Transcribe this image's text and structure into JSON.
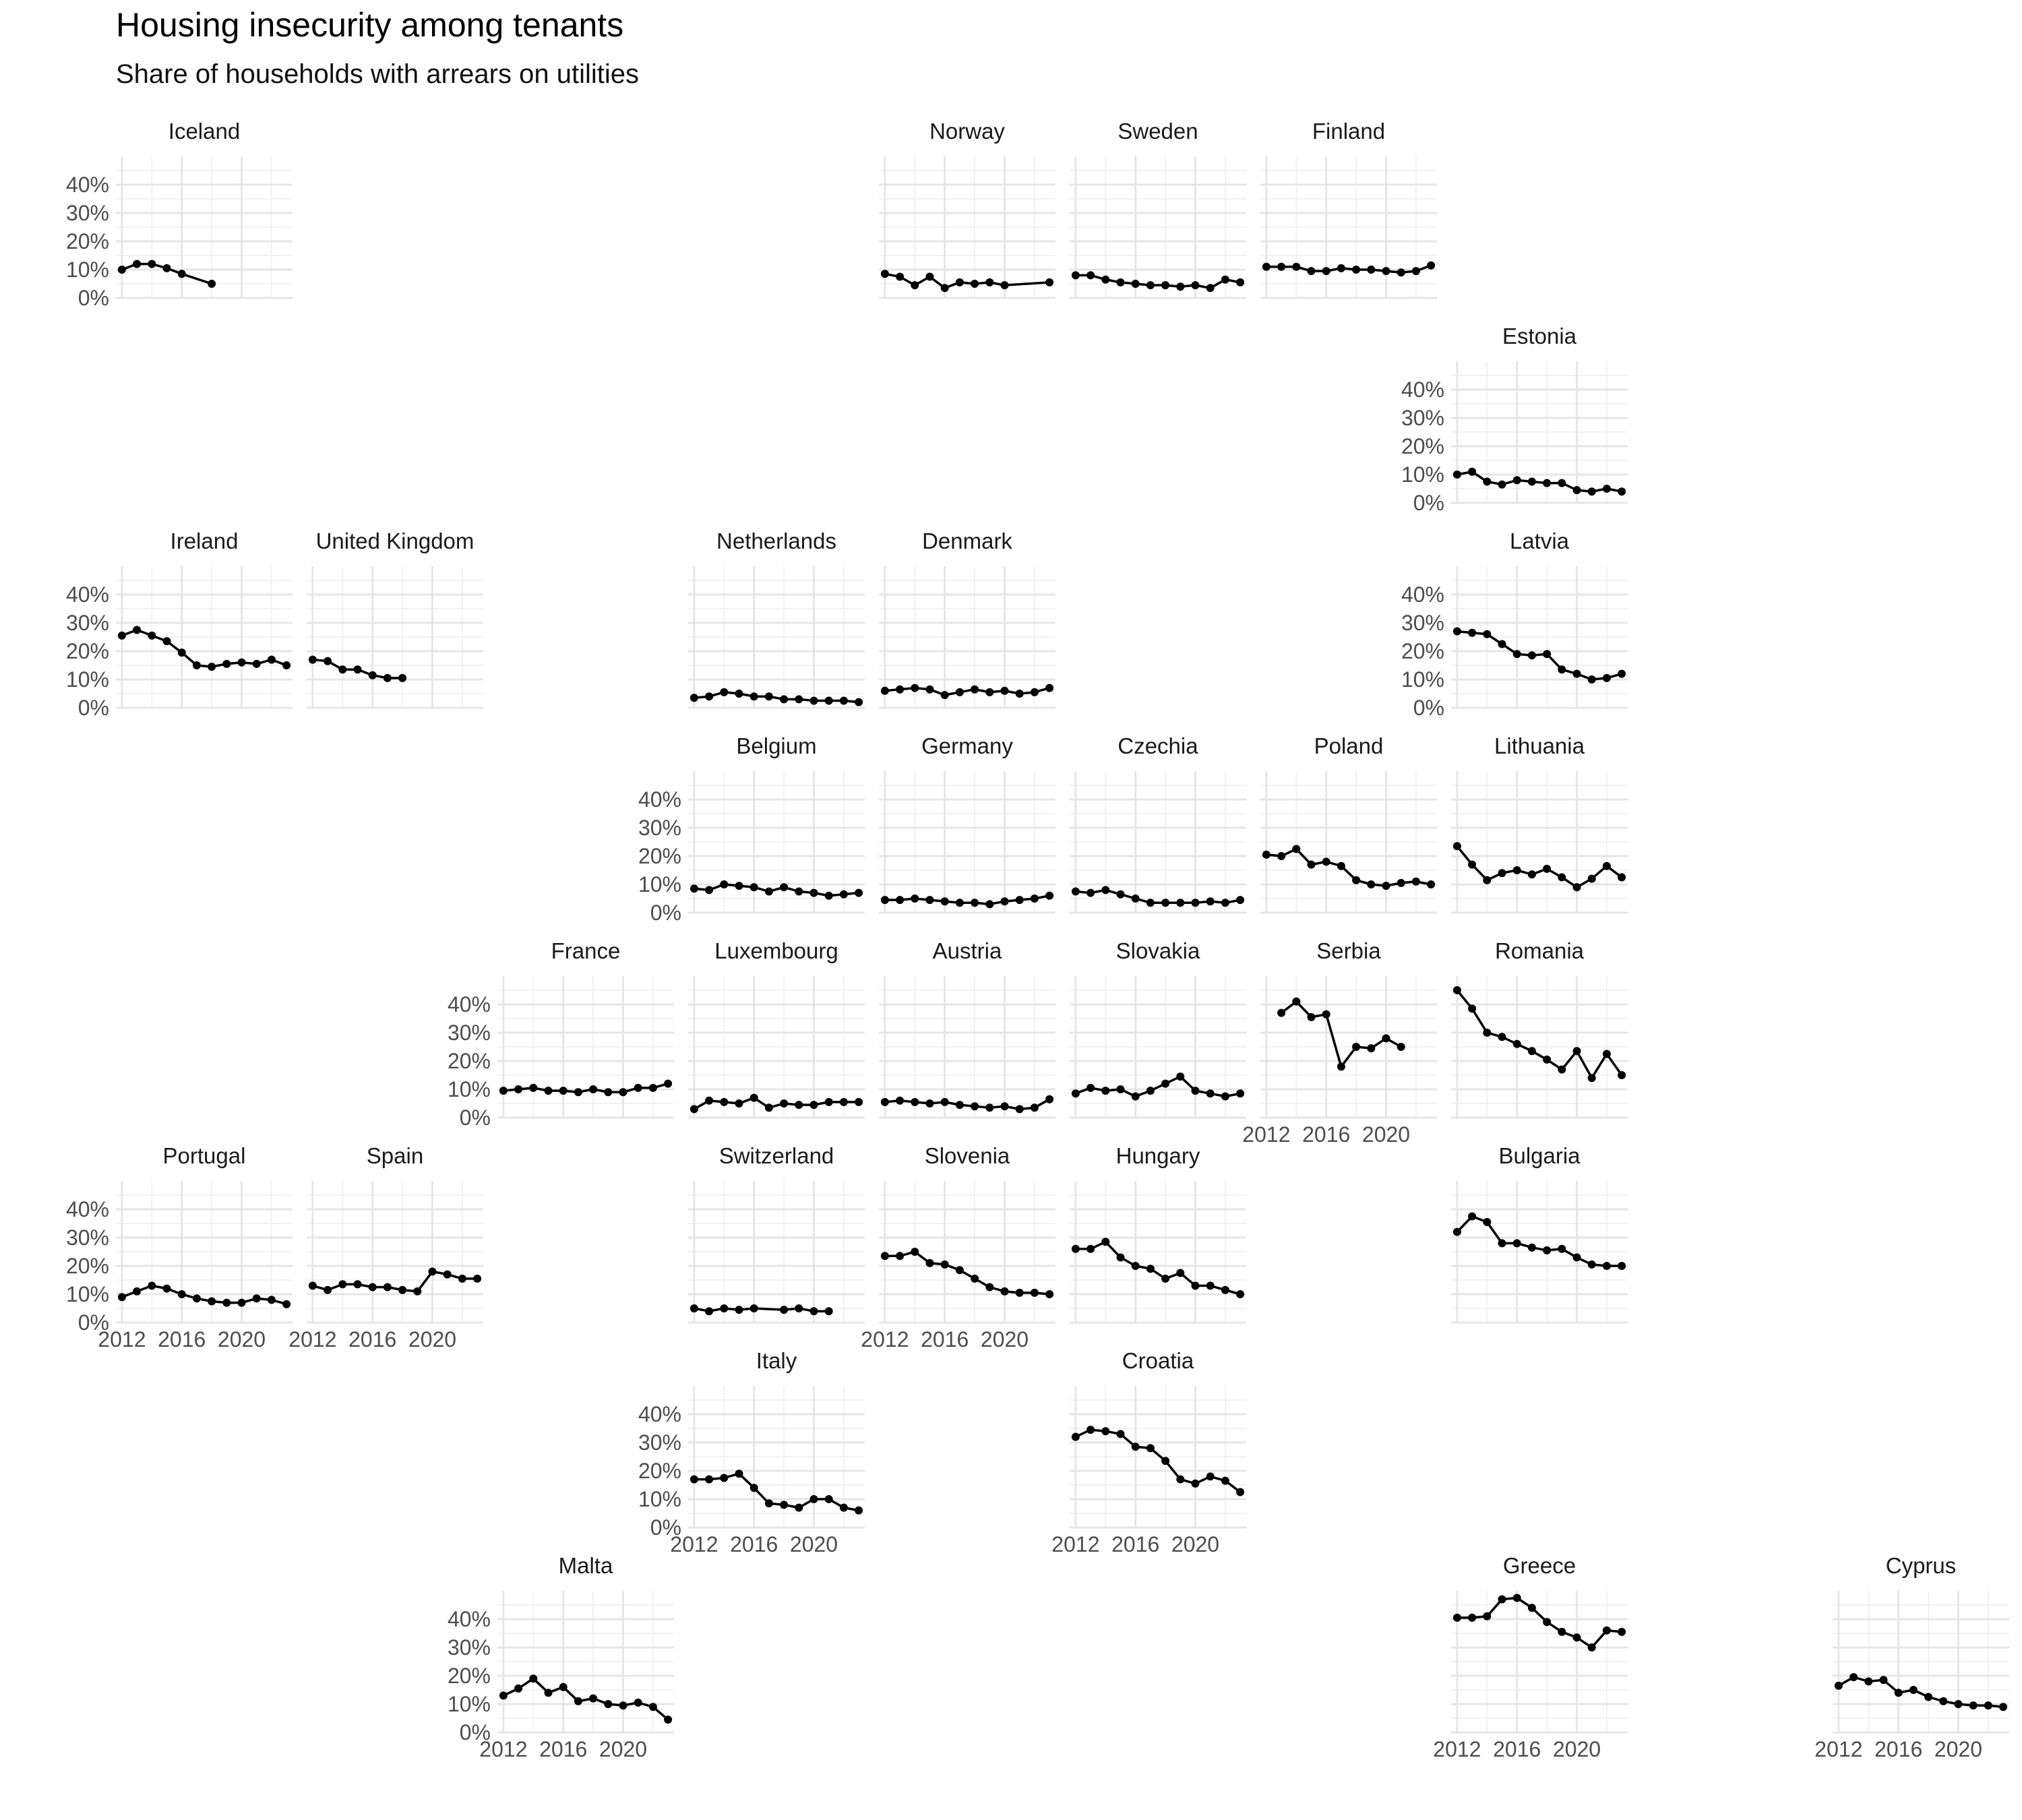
{
  "chart_data": {
    "type": "line",
    "title": "Housing insecurity among tenants",
    "subtitle": "Share of households with arrears on utilities",
    "xlabel": "",
    "ylabel": "",
    "ylim": [
      0,
      50
    ],
    "xlim": [
      2011.6,
      2023.4
    ],
    "y_ticks": [
      0,
      10,
      20,
      30,
      40
    ],
    "y_tick_labels": [
      "0%",
      "10%",
      "20%",
      "30%",
      "40%"
    ],
    "x_ticks": [
      2012,
      2016,
      2020
    ],
    "x_tick_labels": [
      "2012",
      "2016",
      "2020"
    ],
    "grid": true,
    "layout": "geofacet grid map of Europe",
    "series_color": "#000000",
    "panels": [
      {
        "name": "Iceland",
        "col": 0,
        "row": 0,
        "y_axis": true,
        "x_axis": false,
        "x": [
          2012,
          2013,
          2014,
          2015,
          2016,
          2018
        ],
        "y": [
          10,
          12,
          12,
          10.5,
          8.5,
          5
        ]
      },
      {
        "name": "Norway",
        "col": 4,
        "row": 0,
        "y_axis": false,
        "x_axis": false,
        "x": [
          2012,
          2013,
          2014,
          2015,
          2016,
          2017,
          2018,
          2019,
          2020,
          2023
        ],
        "y": [
          8.5,
          7.5,
          4.5,
          7.5,
          3.5,
          5.5,
          5,
          5.5,
          4.5,
          5.5
        ]
      },
      {
        "name": "Sweden",
        "col": 5,
        "row": 0,
        "y_axis": false,
        "x_axis": false,
        "x": [
          2012,
          2013,
          2014,
          2015,
          2016,
          2017,
          2018,
          2019,
          2020,
          2021,
          2022,
          2023
        ],
        "y": [
          8,
          8,
          6.5,
          5.5,
          5,
          4.5,
          4.5,
          4,
          4.5,
          3.5,
          6.5,
          5.5
        ]
      },
      {
        "name": "Finland",
        "col": 6,
        "row": 0,
        "y_axis": false,
        "x_axis": false,
        "x": [
          2012,
          2013,
          2014,
          2015,
          2016,
          2017,
          2018,
          2019,
          2020,
          2021,
          2022,
          2023
        ],
        "y": [
          11,
          11,
          11,
          9.5,
          9.5,
          10.5,
          10,
          10,
          9.5,
          9,
          9.5,
          11.5
        ]
      },
      {
        "name": "Estonia",
        "col": 7,
        "row": 1,
        "y_axis": true,
        "x_axis": false,
        "x": [
          2012,
          2013,
          2014,
          2015,
          2016,
          2017,
          2018,
          2019,
          2020,
          2021,
          2022,
          2023
        ],
        "y": [
          10,
          11,
          7.5,
          6.5,
          8,
          7.5,
          7,
          7,
          4.5,
          4,
          5,
          4
        ]
      },
      {
        "name": "Ireland",
        "col": 0,
        "row": 2,
        "y_axis": true,
        "x_axis": false,
        "x": [
          2012,
          2013,
          2014,
          2015,
          2016,
          2017,
          2018,
          2019,
          2020,
          2021,
          2022,
          2023
        ],
        "y": [
          25.5,
          27.5,
          25.5,
          23.5,
          19.5,
          15,
          14.5,
          15.5,
          16,
          15.5,
          17,
          15
        ]
      },
      {
        "name": "United Kingdom",
        "col": 1,
        "row": 2,
        "y_axis": false,
        "x_axis": false,
        "x": [
          2012,
          2013,
          2014,
          2015,
          2016,
          2017,
          2018
        ],
        "y": [
          17,
          16.5,
          13.5,
          13.5,
          11.5,
          10.5,
          10.5
        ]
      },
      {
        "name": "Netherlands",
        "col": 3,
        "row": 2,
        "y_axis": false,
        "x_axis": false,
        "x": [
          2012,
          2013,
          2014,
          2015,
          2016,
          2017,
          2018,
          2019,
          2020,
          2021,
          2022,
          2023
        ],
        "y": [
          3.5,
          4,
          5.5,
          5,
          4,
          4,
          3,
          3,
          2.5,
          2.5,
          2.5,
          2
        ]
      },
      {
        "name": "Denmark",
        "col": 4,
        "row": 2,
        "y_axis": false,
        "x_axis": false,
        "x": [
          2012,
          2013,
          2014,
          2015,
          2016,
          2017,
          2018,
          2019,
          2020,
          2021,
          2022,
          2023
        ],
        "y": [
          6,
          6.5,
          7,
          6.5,
          4.5,
          5.5,
          6.5,
          5.5,
          6,
          5,
          5.5,
          7
        ]
      },
      {
        "name": "Latvia",
        "col": 7,
        "row": 2,
        "y_axis": true,
        "x_axis": false,
        "x": [
          2012,
          2013,
          2014,
          2015,
          2016,
          2017,
          2018,
          2019,
          2020,
          2021,
          2022,
          2023
        ],
        "y": [
          27,
          26.5,
          26,
          22.5,
          19,
          18.5,
          19,
          13.5,
          12,
          10,
          10.5,
          12
        ]
      },
      {
        "name": "Belgium",
        "col": 3,
        "row": 3,
        "y_axis": true,
        "x_axis": false,
        "x": [
          2012,
          2013,
          2014,
          2015,
          2016,
          2017,
          2018,
          2019,
          2020,
          2021,
          2022,
          2023
        ],
        "y": [
          8.5,
          8,
          10,
          9.5,
          9,
          7.5,
          9,
          7.5,
          7,
          6,
          6.5,
          7
        ]
      },
      {
        "name": "Germany",
        "col": 4,
        "row": 3,
        "y_axis": false,
        "x_axis": false,
        "x": [
          2012,
          2013,
          2014,
          2015,
          2016,
          2017,
          2018,
          2019,
          2020,
          2021,
          2022,
          2023
        ],
        "y": [
          4.5,
          4.5,
          5,
          4.5,
          4,
          3.5,
          3.5,
          3,
          4,
          4.5,
          5,
          6
        ]
      },
      {
        "name": "Czechia",
        "col": 5,
        "row": 3,
        "y_axis": false,
        "x_axis": false,
        "x": [
          2012,
          2013,
          2014,
          2015,
          2016,
          2017,
          2018,
          2019,
          2020,
          2021,
          2022,
          2023
        ],
        "y": [
          7.5,
          7,
          8,
          6.5,
          5,
          3.5,
          3.5,
          3.5,
          3.5,
          4,
          3.5,
          4.5
        ]
      },
      {
        "name": "Poland",
        "col": 6,
        "row": 3,
        "y_axis": false,
        "x_axis": false,
        "x": [
          2012,
          2013,
          2014,
          2015,
          2016,
          2017,
          2018,
          2019,
          2020,
          2021,
          2022,
          2023
        ],
        "y": [
          20.5,
          20,
          22.5,
          17,
          18,
          16.5,
          11.5,
          10,
          9.5,
          10.5,
          11,
          10
        ]
      },
      {
        "name": "Lithuania",
        "col": 7,
        "row": 3,
        "y_axis": false,
        "x_axis": false,
        "x": [
          2012,
          2013,
          2014,
          2015,
          2016,
          2017,
          2018,
          2019,
          2020,
          2021,
          2022,
          2023
        ],
        "y": [
          23.5,
          17,
          11.5,
          14,
          15,
          13.5,
          15.5,
          12.5,
          9,
          12,
          16.5,
          12.5
        ]
      },
      {
        "name": "France",
        "col": 2,
        "row": 4,
        "y_axis": true,
        "x_axis": false,
        "x": [
          2012,
          2013,
          2014,
          2015,
          2016,
          2017,
          2018,
          2019,
          2020,
          2021,
          2022,
          2023
        ],
        "y": [
          9.5,
          10,
          10.5,
          9.5,
          9.5,
          9,
          10,
          9,
          9,
          10.5,
          10.5,
          12
        ]
      },
      {
        "name": "Luxembourg",
        "col": 3,
        "row": 4,
        "y_axis": false,
        "x_axis": false,
        "x": [
          2012,
          2013,
          2014,
          2015,
          2016,
          2017,
          2018,
          2019,
          2020,
          2021,
          2022,
          2023
        ],
        "y": [
          3,
          6,
          5.5,
          5,
          7,
          3.5,
          5,
          4.5,
          4.5,
          5.5,
          5.5,
          5.5
        ]
      },
      {
        "name": "Austria",
        "col": 4,
        "row": 4,
        "y_axis": false,
        "x_axis": false,
        "x": [
          2012,
          2013,
          2014,
          2015,
          2016,
          2017,
          2018,
          2019,
          2020,
          2021,
          2022,
          2023
        ],
        "y": [
          5.5,
          6,
          5.5,
          5,
          5.5,
          4.5,
          4,
          3.5,
          4,
          3,
          3.5,
          6.5
        ]
      },
      {
        "name": "Slovakia",
        "col": 5,
        "row": 4,
        "y_axis": false,
        "x_axis": false,
        "x": [
          2012,
          2013,
          2014,
          2015,
          2016,
          2017,
          2018,
          2019,
          2020,
          2021,
          2022,
          2023
        ],
        "y": [
          8.5,
          10.5,
          9.5,
          10,
          7.5,
          9.5,
          12,
          14.5,
          9.5,
          8.5,
          7.5,
          8.5
        ]
      },
      {
        "name": "Serbia",
        "col": 6,
        "row": 4,
        "y_axis": false,
        "x_axis": true,
        "x": [
          2013,
          2014,
          2015,
          2016,
          2017,
          2018,
          2019,
          2020,
          2021
        ],
        "y": [
          37,
          41,
          35.5,
          36.5,
          18,
          25,
          24.5,
          28,
          25
        ]
      },
      {
        "name": "Romania",
        "col": 7,
        "row": 4,
        "y_axis": false,
        "x_axis": false,
        "x": [
          2012,
          2013,
          2014,
          2015,
          2016,
          2017,
          2018,
          2019,
          2020,
          2021,
          2022,
          2023
        ],
        "y": [
          45,
          38.5,
          30,
          28.5,
          26,
          23.5,
          20.5,
          17,
          23.5,
          14,
          22.5,
          15
        ]
      },
      {
        "name": "Portugal",
        "col": 0,
        "row": 5,
        "y_axis": true,
        "x_axis": true,
        "x": [
          2012,
          2013,
          2014,
          2015,
          2016,
          2017,
          2018,
          2019,
          2020,
          2021,
          2022,
          2023
        ],
        "y": [
          9,
          11,
          13,
          12,
          10,
          8.5,
          7.5,
          7,
          7,
          8.5,
          8,
          6.5
        ]
      },
      {
        "name": "Spain",
        "col": 1,
        "row": 5,
        "y_axis": false,
        "x_axis": true,
        "x": [
          2012,
          2013,
          2014,
          2015,
          2016,
          2017,
          2018,
          2019,
          2020,
          2021,
          2022,
          2023
        ],
        "y": [
          13,
          11.5,
          13.5,
          13.5,
          12.5,
          12.5,
          11.5,
          11,
          18,
          17,
          15.5,
          15.5
        ]
      },
      {
        "name": "Switzerland",
        "col": 3,
        "row": 5,
        "y_axis": false,
        "x_axis": false,
        "x": [
          2012,
          2013,
          2014,
          2015,
          2016,
          2018,
          2019,
          2020,
          2021
        ],
        "y": [
          5,
          4,
          5,
          4.5,
          5,
          4.5,
          5,
          4,
          4
        ]
      },
      {
        "name": "Slovenia",
        "col": 4,
        "row": 5,
        "y_axis": false,
        "x_axis": true,
        "x": [
          2012,
          2013,
          2014,
          2015,
          2016,
          2017,
          2018,
          2019,
          2020,
          2021,
          2022,
          2023
        ],
        "y": [
          23.5,
          23.5,
          25,
          21,
          20.5,
          18.5,
          15.5,
          12.5,
          11,
          10.5,
          10.5,
          10
        ]
      },
      {
        "name": "Hungary",
        "col": 5,
        "row": 5,
        "y_axis": false,
        "x_axis": false,
        "x": [
          2012,
          2013,
          2014,
          2015,
          2016,
          2017,
          2018,
          2019,
          2020,
          2021,
          2022,
          2023
        ],
        "y": [
          26,
          26,
          28.5,
          23,
          20,
          19,
          15.5,
          17.5,
          13,
          13,
          11.5,
          10
        ]
      },
      {
        "name": "Bulgaria",
        "col": 7,
        "row": 5,
        "y_axis": false,
        "x_axis": false,
        "x": [
          2012,
          2013,
          2014,
          2015,
          2016,
          2017,
          2018,
          2019,
          2020,
          2021,
          2022,
          2023
        ],
        "y": [
          32,
          37.5,
          35.5,
          28,
          28,
          26.5,
          25.5,
          26,
          23,
          20.5,
          20,
          20
        ]
      },
      {
        "name": "Italy",
        "col": 3,
        "row": 6,
        "y_axis": true,
        "x_axis": true,
        "x": [
          2012,
          2013,
          2014,
          2015,
          2016,
          2017,
          2018,
          2019,
          2020,
          2021,
          2022,
          2023
        ],
        "y": [
          17,
          17,
          17.5,
          19,
          14,
          8.5,
          8,
          7,
          10,
          10,
          7,
          6
        ]
      },
      {
        "name": "Croatia",
        "col": 5,
        "row": 6,
        "y_axis": false,
        "x_axis": true,
        "x": [
          2012,
          2013,
          2014,
          2015,
          2016,
          2017,
          2018,
          2019,
          2020,
          2021,
          2022,
          2023
        ],
        "y": [
          32,
          34.5,
          34,
          33,
          28.5,
          28,
          23.5,
          17,
          15.5,
          18,
          16.5,
          12.5
        ]
      },
      {
        "name": "Malta",
        "col": 2,
        "row": 7,
        "y_axis": true,
        "x_axis": true,
        "x": [
          2012,
          2013,
          2014,
          2015,
          2016,
          2017,
          2018,
          2019,
          2020,
          2021,
          2022,
          2023
        ],
        "y": [
          13,
          15.5,
          19,
          14,
          16,
          11,
          12,
          10,
          9.5,
          10.5,
          9,
          4.5
        ]
      },
      {
        "name": "Greece",
        "col": 7,
        "row": 7,
        "y_axis": false,
        "x_axis": true,
        "x": [
          2012,
          2013,
          2014,
          2015,
          2016,
          2017,
          2018,
          2019,
          2020,
          2021,
          2022,
          2023
        ],
        "y": [
          40.5,
          40.5,
          41,
          47,
          47.5,
          44,
          39,
          35.5,
          33.5,
          30,
          36,
          35.5
        ]
      },
      {
        "name": "Cyprus",
        "col": 9,
        "row": 7,
        "y_axis": false,
        "x_axis": true,
        "x": [
          2012,
          2013,
          2014,
          2015,
          2016,
          2017,
          2018,
          2019,
          2020,
          2021,
          2022,
          2023
        ],
        "y": [
          16.5,
          19.5,
          18,
          18.5,
          14,
          15,
          12.5,
          11,
          10,
          9.5,
          9.5,
          9
        ]
      }
    ]
  }
}
